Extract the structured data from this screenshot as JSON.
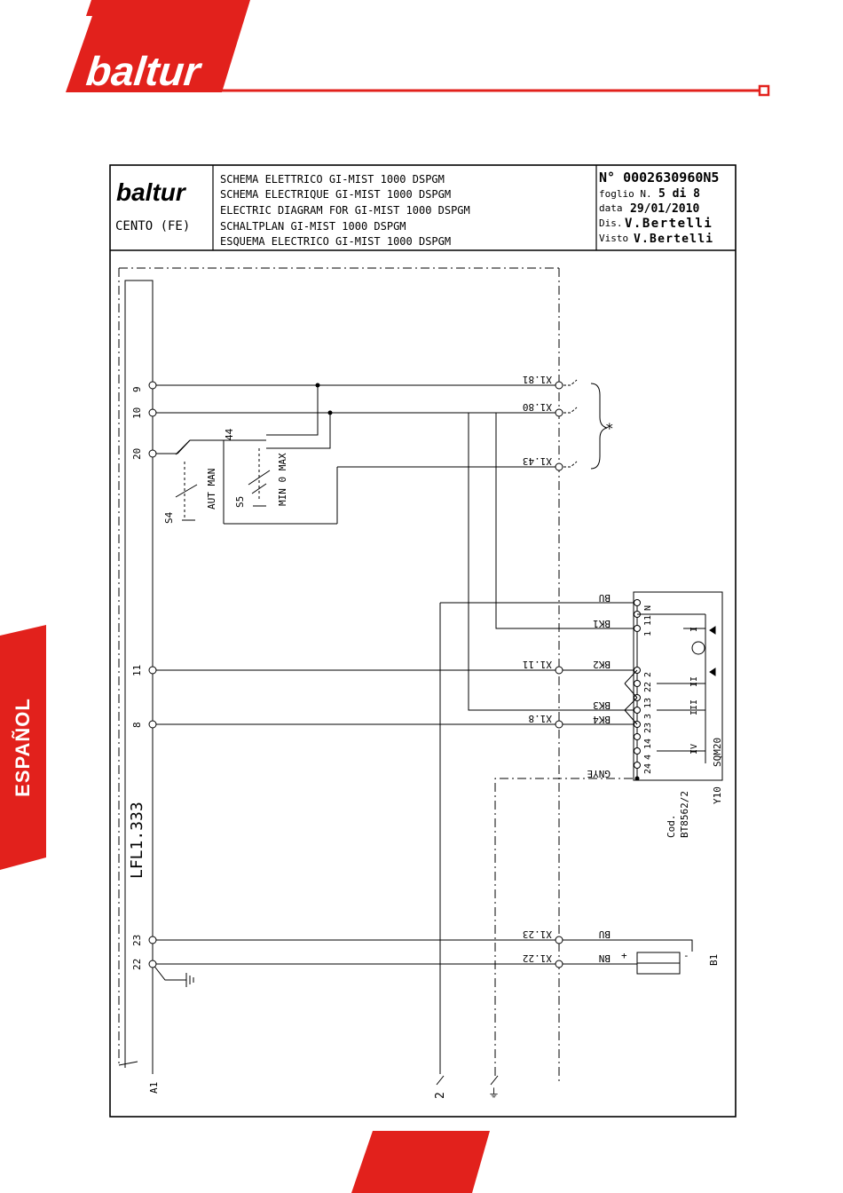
{
  "brand": {
    "logo_text": "baltur",
    "accent_color": "#e2211c"
  },
  "side_tab": {
    "label": "ESPAÑOL"
  },
  "title_block": {
    "location": "CENTO (FE)",
    "titles": [
      "SCHEMA ELETTRICO GI-MIST 1000 DSPGM",
      "SCHEMA ELECTRIQUE GI-MIST 1000 DSPGM",
      "ELECTRIC DIAGRAM FOR GI-MIST 1000 DSPGM",
      "SCHALTPLAN GI-MIST 1000 DSPGM",
      "ESQUEMA ELECTRICO GI-MIST 1000 DSPGM"
    ],
    "number": "N° 0002630960N5",
    "sheet_label": "foglio N.",
    "sheet_value": "5 di 8",
    "date_label": "data",
    "date_value": "29/01/2010",
    "drawn_label": "Dis.",
    "drawn_value": "V.Bertelli",
    "checked_label": "Visto",
    "checked_value": "V.Bertelli"
  },
  "schematic": {
    "controller": "LFL1.333",
    "controller_ref": "A1",
    "controller_terminals": [
      "9",
      "10",
      "20",
      "11",
      "8",
      "23",
      "22"
    ],
    "terminal_labels": [
      "X1.81",
      "X1.80",
      "X1.43",
      "X1.11",
      "X1.8",
      "X1.23",
      "X1.22"
    ],
    "wire_labels": [
      "BU",
      "BK1",
      "BK2",
      "BK3",
      "BK4",
      "GNYE",
      "BU",
      "BN"
    ],
    "switch_s4": {
      "ref": "S4",
      "label": "AUT MAN"
    },
    "switch_s5": {
      "ref": "S5",
      "label": "MIN 0 MAX"
    },
    "node_44": "44",
    "asterisk": "*",
    "servomotor_pins": [
      "N",
      "1 11",
      "2",
      "22",
      "3 13",
      "23",
      "4 14",
      "24"
    ],
    "servomotor_cams": [
      "I",
      "II",
      "III",
      "IV"
    ],
    "servomotor_ref": "SQM20",
    "servomotor_code_label": "Cod.",
    "servomotor_code": "BT8562/2",
    "servomotor_tag": "Y10",
    "sensor_ref": "B1",
    "sensor_plus": "+",
    "sensor_minus": "-",
    "bus_2": "2",
    "ground_symbol": "⏚"
  }
}
